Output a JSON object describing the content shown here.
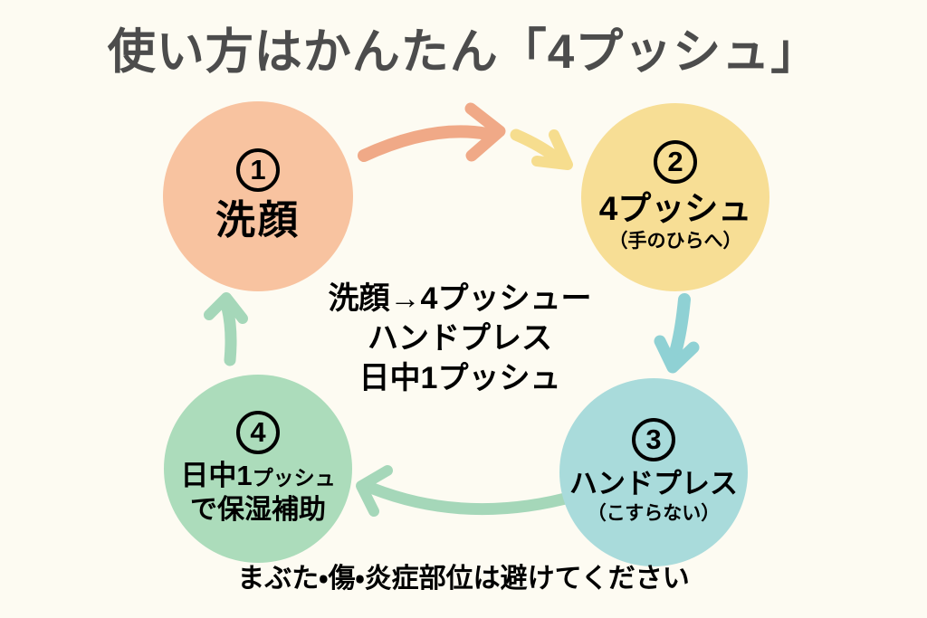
{
  "title": "使い方はかんたん「4プッシュ」",
  "steps": {
    "step1": {
      "number": "1",
      "title": "洗顔"
    },
    "step2": {
      "number": "2",
      "title": "4プッシュ",
      "subtitle": "（手のひらへ）"
    },
    "step3": {
      "number": "3",
      "title": "ハンドプレス",
      "subtitle": "（こすらない）"
    },
    "step4": {
      "number": "4",
      "title_main": "日中1",
      "title_small": "プッシュ",
      "line2": "で保湿補助"
    }
  },
  "center_note": {
    "line1": "洗顔→4プッシュー",
    "line2": "ハンドプレス",
    "line3": "日中1プッシュ"
  },
  "footer_note": "まぶた・傷・炎症部位は避けてください",
  "colors": {
    "background": "#FDFBF2",
    "text": "#4C4C4C",
    "step1_fill": "#F8C3A0",
    "step2_fill": "#F7DE95",
    "step3_fill": "#A9DBDB",
    "step4_fill": "#ACDCBB",
    "arrow_1_to_2": "#F0A987",
    "arrow_into_2": "#F6DD8E",
    "arrow_2_to_3": "#8FD1D4",
    "arrow_3_to_4": "#A5D7B9",
    "arrow_4_to_1": "#A5D7B9"
  }
}
